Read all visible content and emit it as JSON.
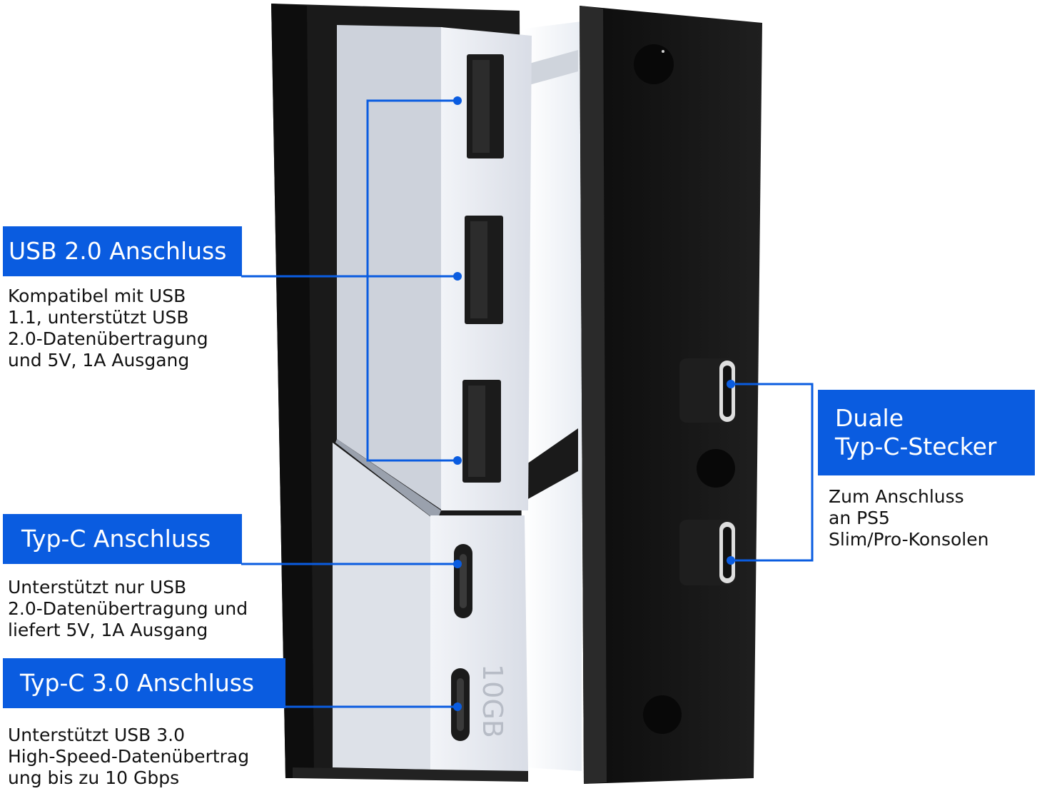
{
  "product": {
    "engraving": "10GB",
    "colors": {
      "accent": "#0a5ce0",
      "hub_white": "#e6e9f0",
      "hub_black": "#151515"
    }
  },
  "callouts": {
    "usb20": {
      "title": "USB 2.0 Anschluss",
      "description": "Kompatibel mit USB\n1.1, unterstützt USB\n2.0-Datenübertragung\nund 5V, 1A Ausgang"
    },
    "typec": {
      "title": "Typ-C Anschluss",
      "description": "Unterstützt nur USB\n2.0-Datenübertragung und\nliefert 5V, 1A Ausgang"
    },
    "typec30": {
      "title": "Typ-C 3.0 Anschluss",
      "description": "Unterstützt USB 3.0\nHigh-Speed-Datenübertrag\nung bis zu 10 Gbps"
    },
    "dual": {
      "title": "Duale\nTyp-C-Stecker",
      "description": "Zum Anschluss\nan PS5\nSlim/Pro-Konsolen"
    }
  }
}
